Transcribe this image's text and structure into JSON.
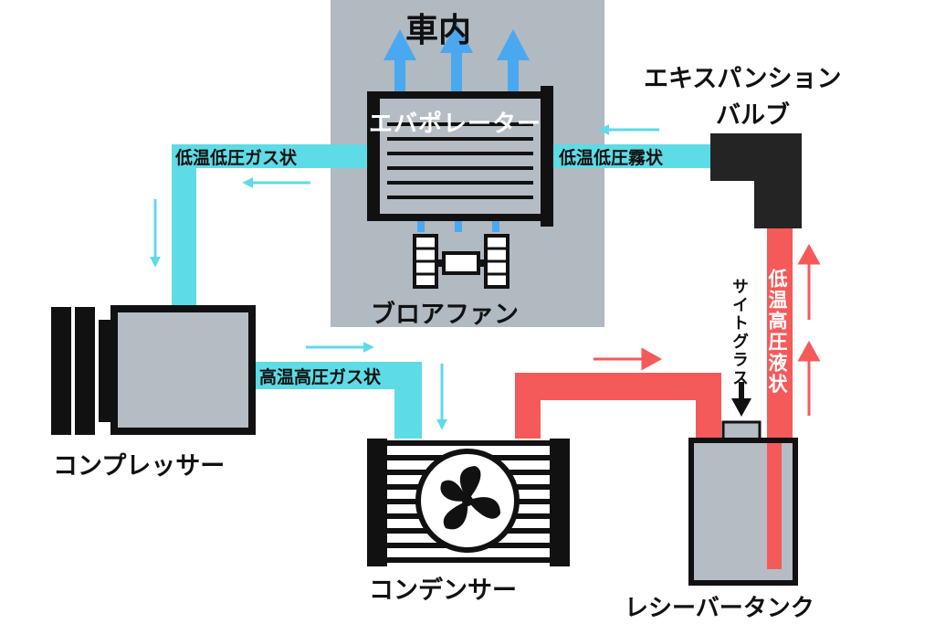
{
  "labels": {
    "cabin": "車内",
    "evaporator": "エバポレーター",
    "blower_fan": "ブロアファン",
    "expansion_valve_line1": "エキスパンション",
    "expansion_valve_line2": "バルブ",
    "compressor": "コンプレッサー",
    "condenser": "コンデンサー",
    "receiver_tank": "レシーバータンク",
    "sight_glass": "サイトグラス"
  },
  "states": {
    "low_temp_low_pressure_gas": "低温低圧ガス状",
    "low_temp_low_pressure_mist": "低温低圧霧状",
    "high_temp_high_pressure_gas": "高温高圧ガス状",
    "low_temp_high_pressure_liquid": "低温高圧液状"
  },
  "colors": {
    "low_pressure_pipe": "#5ddbe6",
    "high_pressure_pipe": "#f55a5a",
    "air_flow_arrow": "#4aa8f0",
    "cabin_background": "#b1b9c1",
    "component_black": "#111111",
    "component_gray": "#b5bcc4"
  }
}
